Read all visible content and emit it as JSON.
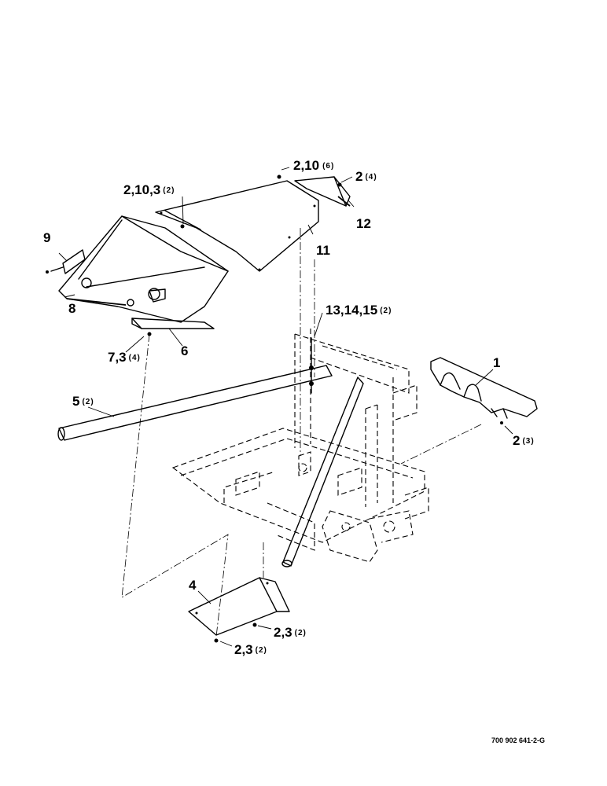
{
  "callouts": [
    {
      "id": "c1",
      "ref": "1",
      "qty": ""
    },
    {
      "id": "c2a",
      "ref": "2,3",
      "qty": "(2)"
    },
    {
      "id": "c2b",
      "ref": "2,3",
      "qty": "(2)"
    },
    {
      "id": "c2c",
      "ref": "2",
      "qty": "(3)"
    },
    {
      "id": "c2d",
      "ref": "2",
      "qty": "(4)"
    },
    {
      "id": "c2e",
      "ref": "2,10",
      "qty": "(6)"
    },
    {
      "id": "c2f",
      "ref": "2,10,3",
      "qty": "(2)"
    },
    {
      "id": "c4",
      "ref": "4",
      "qty": ""
    },
    {
      "id": "c5",
      "ref": "5",
      "qty": "(2)"
    },
    {
      "id": "c6",
      "ref": "6",
      "qty": ""
    },
    {
      "id": "c7",
      "ref": "7,3",
      "qty": "(4)"
    },
    {
      "id": "c8",
      "ref": "8",
      "qty": ""
    },
    {
      "id": "c9",
      "ref": "9",
      "qty": ""
    },
    {
      "id": "c11",
      "ref": "11",
      "qty": ""
    },
    {
      "id": "c12",
      "ref": "12",
      "qty": ""
    },
    {
      "id": "c13",
      "ref": "13,14,15",
      "qty": "(2)"
    }
  ],
  "drawing_number": "700 902 641-2-G"
}
